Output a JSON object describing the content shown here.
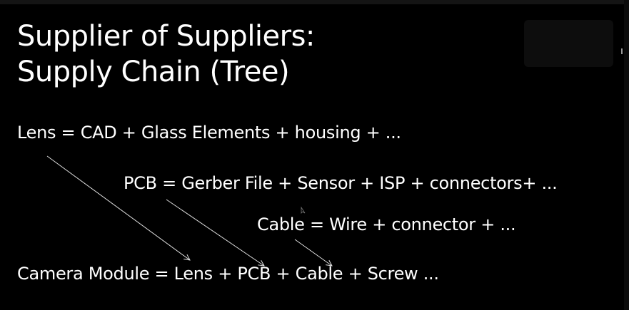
{
  "slide": {
    "title_line1": "Supplier of Suppliers:",
    "title_line2": "Supply Chain (Tree)",
    "lines": [
      "Lens = CAD + Glass Elements + housing + ...",
      "PCB = Gerber File + Sensor + ISP + connectors+ ...",
      "Cable = Wire + connector + ...",
      "Camera Module = Lens + PCB + Cable + Screw ..."
    ]
  },
  "colors": {
    "background": "#000000",
    "text": "#ffffff",
    "arrow": "#dddddd"
  }
}
